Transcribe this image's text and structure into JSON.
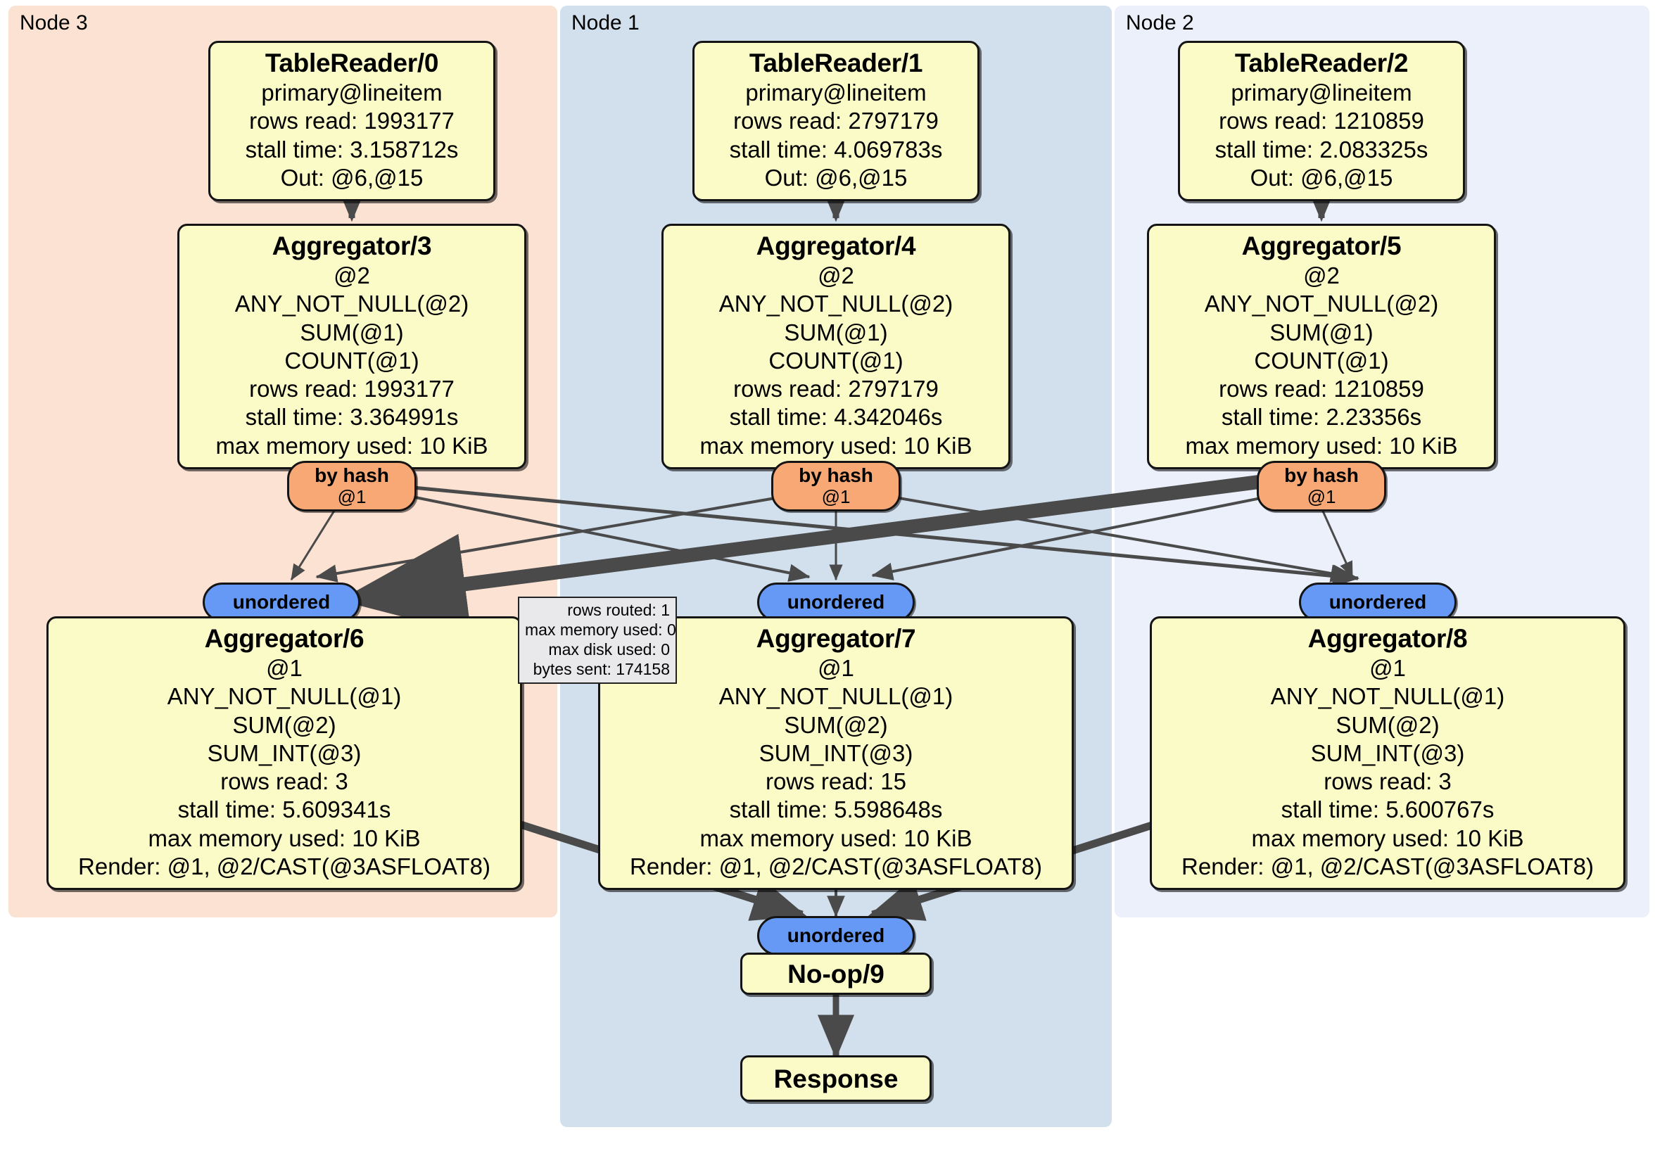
{
  "clusters": [
    {
      "label": "Node 3",
      "color": "#FBE2D2"
    },
    {
      "label": "Node 1",
      "color": "#D2E0EE"
    },
    {
      "label": "Node 2",
      "color": "#EBF0FA"
    }
  ],
  "colors": {
    "box_fill": "#FBFBC8",
    "box_stroke": "#141414",
    "hash_fill": "#F7A875",
    "unordered_fill": "#6699F5",
    "edge_stroke": "#4A4A4A",
    "note_fill": "#E9E9EC"
  },
  "table_readers": [
    {
      "title": "TableReader/0",
      "source": "primary@lineitem",
      "rows_read": "rows read: 1993177",
      "stall_time": "stall time: 3.158712s",
      "out": "Out: @6,@15"
    },
    {
      "title": "TableReader/1",
      "source": "primary@lineitem",
      "rows_read": "rows read: 2797179",
      "stall_time": "stall time: 4.069783s",
      "out": "Out: @6,@15"
    },
    {
      "title": "TableReader/2",
      "source": "primary@lineitem",
      "rows_read": "rows read: 1210859",
      "stall_time": "stall time: 2.083325s",
      "out": "Out: @6,@15"
    }
  ],
  "aggregators_upper": [
    {
      "title": "Aggregator/3",
      "group": "@2",
      "agg1": "ANY_NOT_NULL(@2)",
      "agg2": "SUM(@1)",
      "agg3": "COUNT(@1)",
      "rows_read": "rows read: 1993177",
      "stall_time": "stall time: 3.364991s",
      "max_memory": "max memory used: 10 KiB"
    },
    {
      "title": "Aggregator/4",
      "group": "@2",
      "agg1": "ANY_NOT_NULL(@2)",
      "agg2": "SUM(@1)",
      "agg3": "COUNT(@1)",
      "rows_read": "rows read: 2797179",
      "stall_time": "stall time: 4.342046s",
      "max_memory": "max memory used: 10 KiB"
    },
    {
      "title": "Aggregator/5",
      "group": "@2",
      "agg1": "ANY_NOT_NULL(@2)",
      "agg2": "SUM(@1)",
      "agg3": "COUNT(@1)",
      "rows_read": "rows read: 1210859",
      "stall_time": "stall time: 2.23356s",
      "max_memory": "max memory used: 10 KiB"
    }
  ],
  "aggregators_lower": [
    {
      "title": "Aggregator/6",
      "group": "@1",
      "agg1": "ANY_NOT_NULL(@1)",
      "agg2": "SUM(@2)",
      "agg3": "SUM_INT(@3)",
      "rows_read": "rows read: 3",
      "stall_time": "stall time: 5.609341s",
      "max_memory": "max memory used: 10 KiB",
      "render": "Render: @1, @2/CAST(@3ASFLOAT8)"
    },
    {
      "title": "Aggregator/7",
      "group": "@1",
      "agg1": "ANY_NOT_NULL(@1)",
      "agg2": "SUM(@2)",
      "agg3": "SUM_INT(@3)",
      "rows_read": "rows read: 15",
      "stall_time": "stall time: 5.598648s",
      "max_memory": "max memory used: 10 KiB",
      "render": "Render: @1, @2/CAST(@3ASFLOAT8)"
    },
    {
      "title": "Aggregator/8",
      "group": "@1",
      "agg1": "ANY_NOT_NULL(@1)",
      "agg2": "SUM(@2)",
      "agg3": "SUM_INT(@3)",
      "rows_read": "rows read: 3",
      "stall_time": "stall time: 5.600767s",
      "max_memory": "max memory used: 10 KiB",
      "render": "Render: @1, @2/CAST(@3ASFLOAT8)"
    }
  ],
  "routers": [
    {
      "title": "by hash",
      "sub": "@1"
    },
    {
      "title": "by hash",
      "sub": "@1"
    },
    {
      "title": "by hash",
      "sub": "@1"
    }
  ],
  "receivers": [
    {
      "title": "unordered"
    },
    {
      "title": "unordered"
    },
    {
      "title": "unordered"
    }
  ],
  "final_receiver": {
    "title": "unordered"
  },
  "noop": {
    "title": "No-op/9"
  },
  "response": {
    "title": "Response"
  },
  "edge_note": {
    "rows_routed": "rows routed: 1",
    "max_memory_used": "max memory used: 0",
    "max_disk_used": "max disk used: 0",
    "bytes_sent": "bytes sent: 174158"
  }
}
